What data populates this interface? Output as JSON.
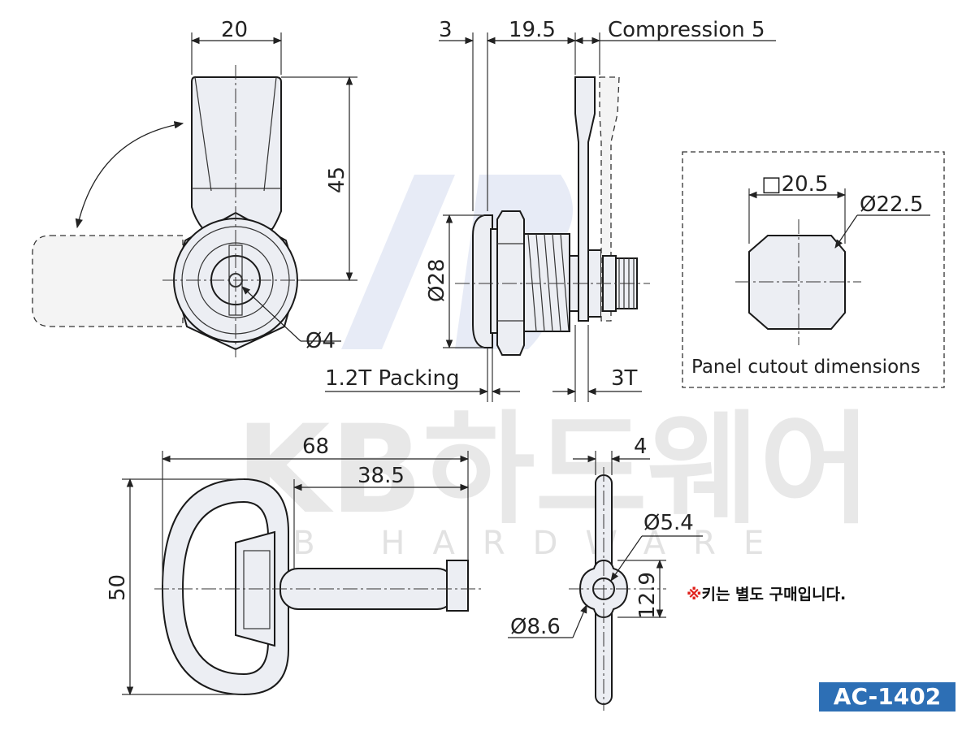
{
  "watermark": {
    "brand_korean": "KB하드웨어",
    "brand_english": "KB HARDWARE"
  },
  "dimensions": {
    "cam_width": "20",
    "cam_height": "45",
    "key_hole": "Ø4",
    "dim_3": "3",
    "dim_19_5": "19.5",
    "compression": "Compression 5",
    "body_diameter": "Ø28",
    "packing": "1.2T Packing",
    "panel_thickness": "3T",
    "cutout_square": "□20.5",
    "cutout_diameter": "Ø22.5",
    "key_length": "68",
    "key_shaft": "38.5",
    "key_height": "50",
    "key_thickness": "4",
    "key_bore": "Ø5.4",
    "key_tip_width": "12.9",
    "key_outer": "Ø8.6"
  },
  "labels": {
    "cutout_caption": "Panel cutout dimensions",
    "key_note": "※키는 별도 구매입니다."
  },
  "model": "AC-1402",
  "colors": {
    "part_fill": "#eceef3",
    "line": "#1a1a1a",
    "badge": "#2d6fb5",
    "note_mark": "#e0201b",
    "watermark": "#d6d6d6"
  }
}
